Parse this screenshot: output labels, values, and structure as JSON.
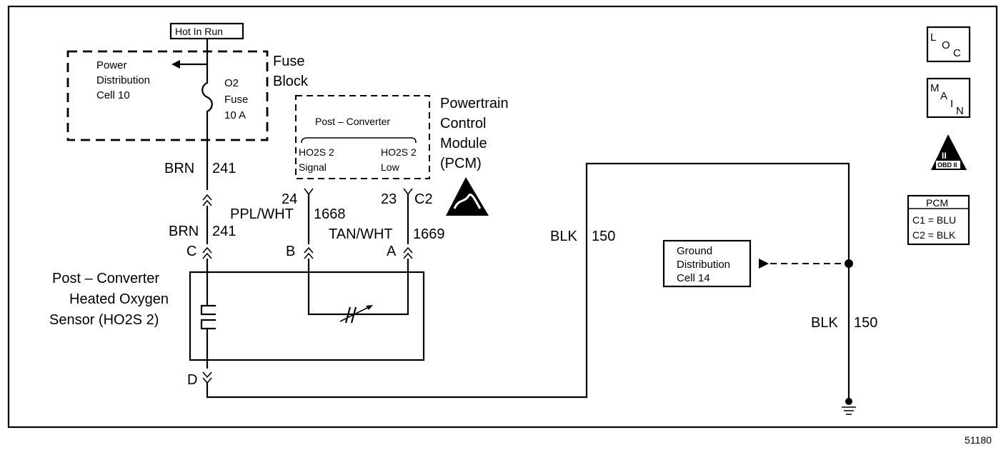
{
  "hot_in_run": "Hot In Run",
  "power_dist": [
    "Power",
    "Distribution",
    "Cell 10"
  ],
  "fuse": [
    "O2",
    "Fuse",
    "10 A"
  ],
  "fuse_block": [
    "Fuse",
    "Block"
  ],
  "pcm_title": [
    "Powertrain",
    "Control",
    "Module",
    "(PCM)"
  ],
  "pcm_inner": {
    "header": "Post – Converter",
    "signal": [
      "HO2S 2",
      "Signal"
    ],
    "low": [
      "HO2S 2",
      "Low"
    ]
  },
  "wires": {
    "brn_top_color": "BRN",
    "brn_top_num": "241",
    "brn_bot_color": "BRN",
    "brn_bot_num": "241",
    "ppl_color": "PPL/WHT",
    "ppl_num": "1668",
    "tan_color": "TAN/WHT",
    "tan_num": "1669",
    "blk1_color": "BLK",
    "blk1_num": "150",
    "blk2_color": "BLK",
    "blk2_num": "150"
  },
  "pins": {
    "p24": "24",
    "p23": "23",
    "c2": "C2",
    "C": "C",
    "B": "B",
    "A": "A",
    "D": "D"
  },
  "sensor_label": [
    "Post – Converter",
    "Heated Oxygen",
    "Sensor (HO2S 2)"
  ],
  "ground_dist": [
    "Ground",
    "Distribution",
    "Cell 14"
  ],
  "loc_icon": {
    "l": "L",
    "o": "O",
    "c": "C"
  },
  "main_icon": {
    "m": "M",
    "a": "A",
    "i": "I",
    "n": "N"
  },
  "obd_icon": {
    "roman": "II",
    "label": "OBD II"
  },
  "pcm_legend": {
    "title": "PCM",
    "c1": "C1 = BLU",
    "c2": "C2 = BLK"
  },
  "figure_number": "51180"
}
